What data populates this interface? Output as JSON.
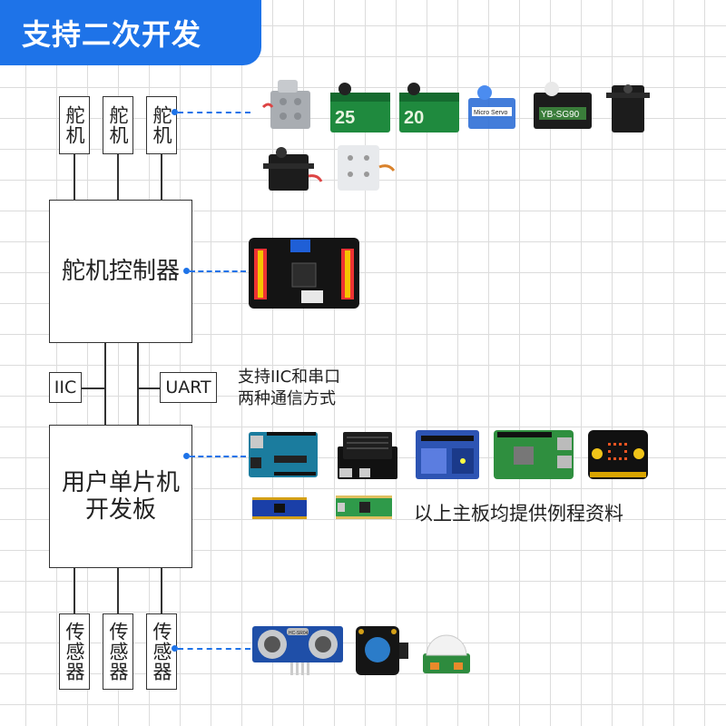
{
  "title": "支持二次开发",
  "servo_label": "舵机",
  "controller_label": "舵机控制器",
  "iic_label": "IIC",
  "uart_label": "UART",
  "comm_note": [
    "支持IIC和串口",
    "两种通信方式"
  ],
  "mcu_label": [
    "用户单片机",
    "开发板"
  ],
  "boards_caption": "以上主板均提供例程资料",
  "sensor_label": "传感器",
  "servo_photos": [
    {
      "badge": ""
    },
    {
      "badge": "25"
    },
    {
      "badge": "20"
    },
    {
      "badge": "Micro Servo"
    },
    {
      "badge": "YB-SG90"
    },
    {
      "badge": ""
    },
    {
      "badge": ""
    },
    {
      "badge": ""
    }
  ],
  "sensor_photo_text": "HC-SR04",
  "colors": {
    "accent": "#1e73e8",
    "line": "#333333",
    "grid": "#dcdcdc"
  }
}
